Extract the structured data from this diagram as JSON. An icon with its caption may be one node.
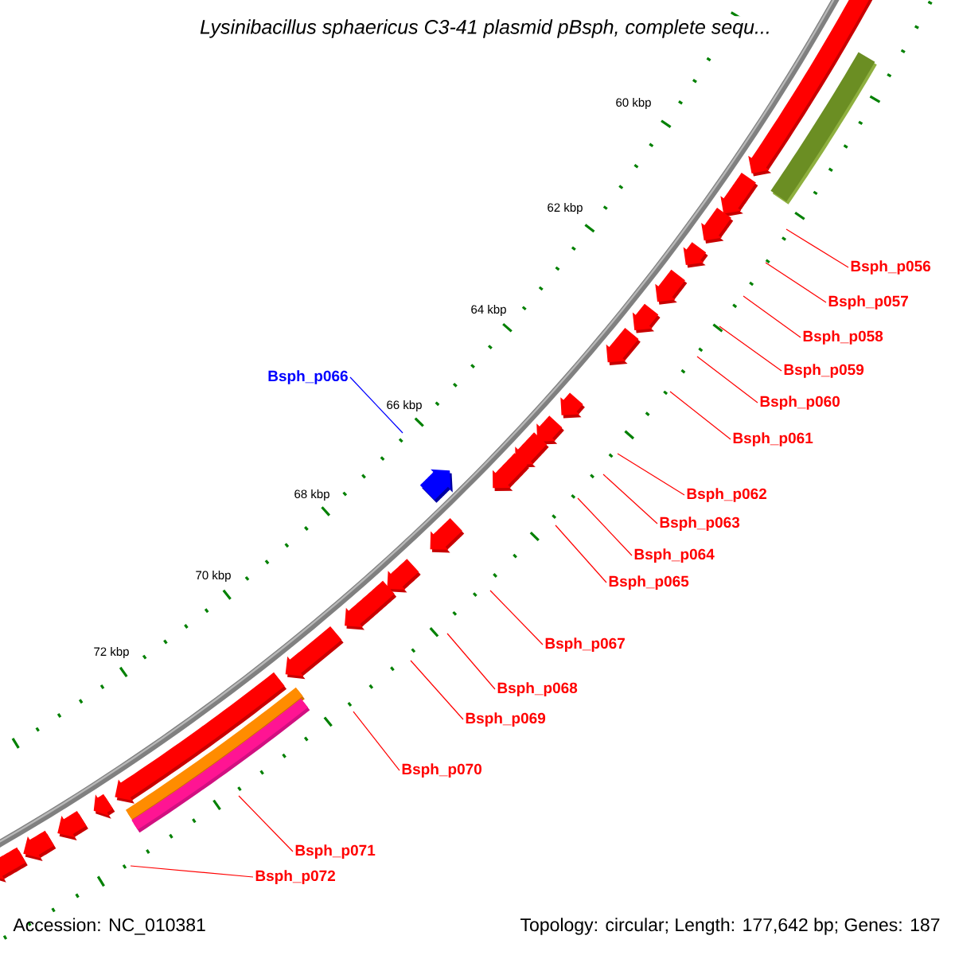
{
  "diagram": {
    "title": "Lysinibacillus sphaericus C3-41 plasmid pBsph, complete sequ...",
    "nodes": [
      {
        "text": [
          "Bsph_p056"
        ]
      },
      {
        "text": [
          "Bsph_p057"
        ]
      },
      {
        "text": [
          "Bsph_p058"
        ]
      },
      {
        "text": [
          "Bsph_p059"
        ]
      },
      {
        "text": [
          "Bsph_p060"
        ]
      },
      {
        "text": [
          "Bsph_p061"
        ]
      },
      {
        "text": [
          "Bsph_p062"
        ]
      },
      {
        "text": [
          "Bsph_p063"
        ]
      },
      {
        "text": [
          "Bsph_p064"
        ]
      },
      {
        "text": [
          "Bsph_p065"
        ]
      },
      {
        "text": [
          "Bsph_p066"
        ]
      },
      {
        "text": [
          "Bsph_p067"
        ]
      },
      {
        "text": [
          "Bsph_p068"
        ]
      },
      {
        "text": [
          "Bsph_p069"
        ]
      },
      {
        "text": [
          "Bsph_p070"
        ]
      },
      {
        "text": [
          "Bsph_p071"
        ]
      },
      {
        "text": [
          "Bsph_p072"
        ]
      }
    ],
    "edges": [
      {
        "from": 0,
        "to": null,
        "arrow": "none"
      },
      {
        "from": 1,
        "to": null,
        "arrow": "none"
      },
      {
        "from": 2,
        "to": null,
        "arrow": "none"
      },
      {
        "from": 3,
        "to": null,
        "arrow": "none"
      },
      {
        "from": 4,
        "to": null,
        "arrow": "none"
      },
      {
        "from": 5,
        "to": null,
        "arrow": "none"
      },
      {
        "from": 6,
        "to": null,
        "arrow": "none"
      },
      {
        "from": 7,
        "to": null,
        "arrow": "none"
      },
      {
        "from": 8,
        "to": null,
        "arrow": "none"
      },
      {
        "from": 9,
        "to": null,
        "arrow": "none"
      },
      {
        "from": 10,
        "to": null,
        "arrow": "none",
        "color": "#0000ff"
      },
      {
        "from": 11,
        "to": null,
        "arrow": "none"
      },
      {
        "from": 12,
        "to": null,
        "arrow": "none"
      },
      {
        "from": 13,
        "to": null,
        "arrow": "none"
      },
      {
        "from": 14,
        "to": null,
        "arrow": "none"
      },
      {
        "from": 15,
        "to": null,
        "arrow": "none"
      },
      {
        "from": 16,
        "to": null,
        "arrow": "none"
      }
    ],
    "labels": [
      "60 kbp",
      "62 kbp",
      "64 kbp",
      "66 kbp",
      "68 kbp",
      "70 kbp",
      "72 kbp",
      "Accession: NC_010381",
      "Topology: circular; Length: 177,642 bp; Genes: 187"
    ]
  }
}
